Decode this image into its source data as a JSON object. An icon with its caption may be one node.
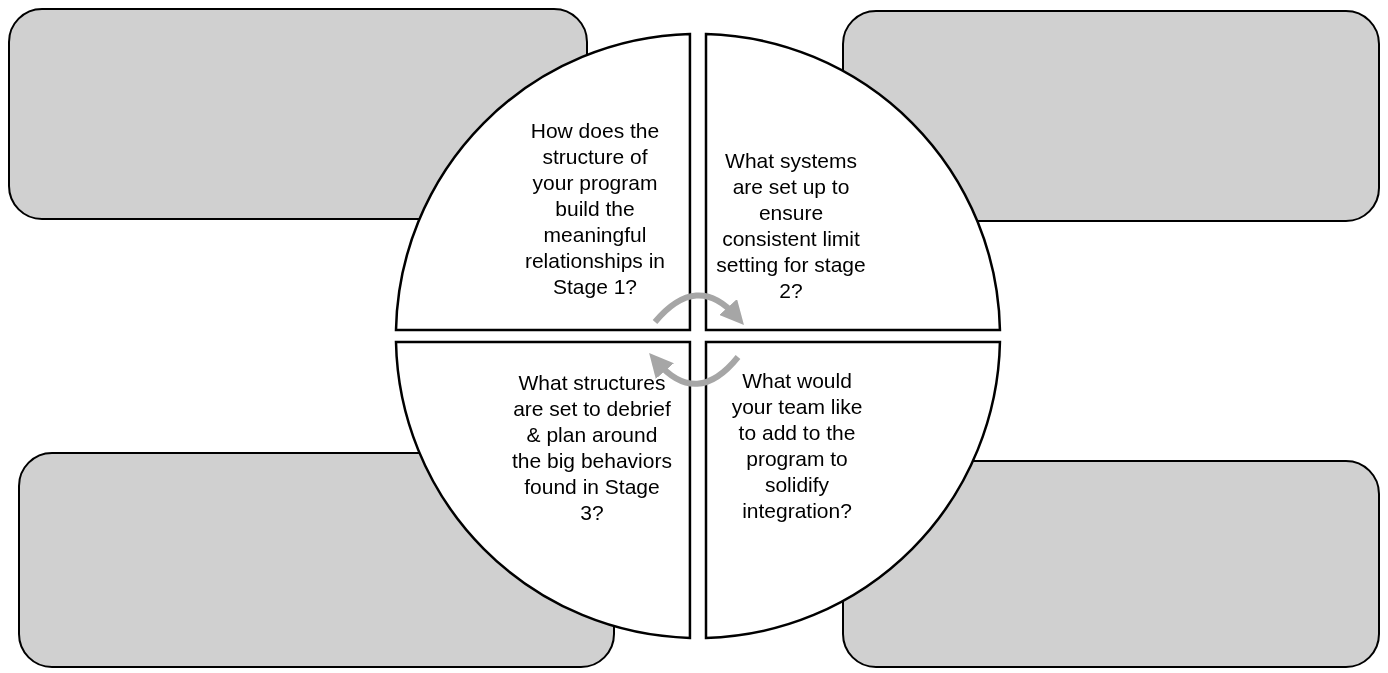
{
  "diagram": {
    "nodes": [
      {
        "text": [],
        "shape": "box"
      },
      {
        "text": [],
        "shape": "box"
      },
      {
        "text": [],
        "shape": "box"
      },
      {
        "text": [],
        "shape": "box"
      },
      {
        "text": [
          "How does the structure of your program build the meaningful relationships in Stage 1?"
        ]
      },
      {
        "text": [
          "What systems are set up to ensure consistent limit setting for stage 2?"
        ]
      },
      {
        "text": [
          "What structures are set to debrief & plan around the big behaviors found in Stage 3?"
        ]
      },
      {
        "text": [
          "What would your team like to add to the program to solidify integration?"
        ]
      }
    ],
    "edges": [
      {
        "from": 4,
        "to": 5,
        "arrow": "to"
      },
      {
        "from": 7,
        "to": 6,
        "arrow": "to"
      }
    ]
  }
}
